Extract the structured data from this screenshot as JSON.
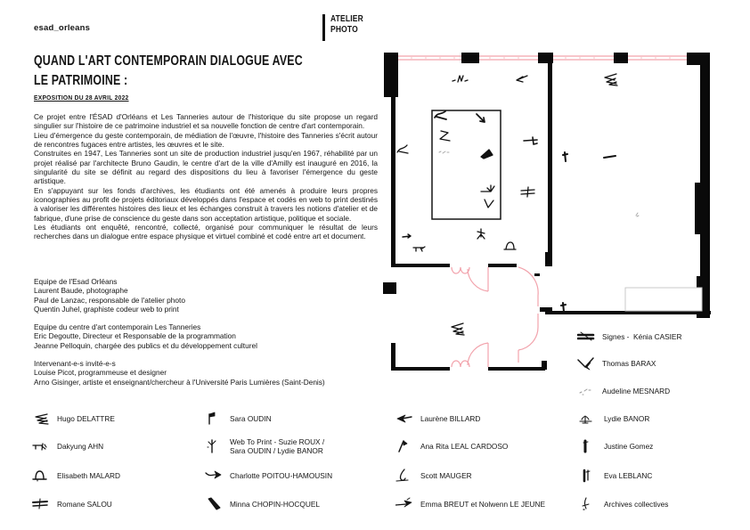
{
  "header": {
    "logo": "esad_orleans",
    "atelier_badge": {
      "line1": "ATELIER",
      "line2": "PHOTO"
    }
  },
  "title": {
    "line1": "QUAND L'ART CONTEMPORAIN DIALOGUE AVEC",
    "line2": "LE PATRIMOINE :",
    "date_banner": "EXPOSITION DU 28 AVRIL 2022"
  },
  "intro": {
    "paragraphs": [
      "Ce projet entre l'ÉSAD d'Orléans et Les Tanneries autour de l'historique du site propose un regard singulier sur l'histoire de ce patrimoine industriel et sa nouvelle fonction de centre d'art contemporain.",
      "Lieu d'émergence du geste contemporain, de médiation de l'œuvre, l'histoire des Tanneries s'écrit autour de rencontres fugaces entre artistes, les œuvres et le site.",
      "Construites en 1947, Les Tanneries sont un site de production industriel jusqu'en 1967, réhabilité par un projet réalisé par l'architecte Bruno Gaudin, le centre d'art de la ville d'Amilly est inauguré en 2016, la singularité du site se définit au regard des dispositions du lieu à favoriser l'émergence du geste artistique.",
      "En s'appuyant sur les fonds d'archives, les étudiants ont été amenés à produire leurs propres iconographies au profit de projets éditoriaux développés dans l'espace et codés en web to print destinés à valoriser les différentes histoires des lieux et les échanges construit à travers les notions d'atelier et de fabrique, d'une prise de conscience du geste dans son acceptation artistique, politique et sociale.",
      "Les étudiants ont enquêté, rencontré, collecté, organisé pour communiquer le résultat de leurs recherches dans un dialogue entre espace physique et virtuel combiné et codé entre art et document."
    ]
  },
  "teams": [
    {
      "title": "Equipe de l'Esad Orléans",
      "members": [
        "Laurent Baude, photographe",
        "Paul de Lanzac, responsable de l'atelier photo",
        "Quentin Juhel, graphiste codeur web to print"
      ]
    },
    {
      "title": "Equipe du centre d'art contemporain Les Tanneries",
      "members": [
        "Eric Degoutte, Directeur et Responsable de la programmation",
        "Jeanne Pelloquin, chargée des publics et du développement culturel"
      ]
    },
    {
      "title": "Intervenant-e-s invité-e-s",
      "members": [
        "Louise Picot, programmeuse et designer",
        "Arno Gisinger, artiste et enseignant/chercheur à l'Université Paris Lumières (Saint-Denis)"
      ]
    }
  ],
  "floor_plan": {
    "legend": [
      {
        "label": "Signes -  Kénia CASIER",
        "glyph": "stacked-bars"
      },
      {
        "label": "Thomas BARAX",
        "glyph": "check-bird"
      },
      {
        "label": "Audeline MESNARD",
        "glyph": "dot-scribble"
      }
    ]
  },
  "participants": {
    "columns": [
      {
        "items": [
          {
            "label": "Hugo DELATTRE",
            "glyph": "triple-chevron"
          },
          {
            "label": "Dakyung AHN",
            "glyph": "table-figure"
          },
          {
            "label": "Elisabeth MALARD",
            "glyph": "arch"
          },
          {
            "label": "Romane SALOU",
            "glyph": "double-bar"
          }
        ]
      },
      {
        "items": [
          {
            "label": "Sara OUDIN",
            "glyph": "flag"
          },
          {
            "label": "Web To Print - Suzie ROUX /\nSara OUDIN / Lydie BANOR",
            "glyph": "tall-y"
          },
          {
            "label": "Charlotte POITOU-HAMOUSIN",
            "glyph": "bird-right"
          },
          {
            "label": "Minna CHOPIN-HOCQUEL",
            "glyph": "brush-diagonal"
          }
        ]
      },
      {
        "items": [
          {
            "label": "Laurène BILLARD",
            "glyph": "arrow-left"
          },
          {
            "label": "Ana Rita LEAL CARDOSO",
            "glyph": "slash-flag"
          },
          {
            "label": "Scott MAUGER",
            "glyph": "cursive-l"
          },
          {
            "label": "Emma BREUT et Nolwenn LE JEUNE",
            "glyph": "line-bird"
          }
        ]
      },
      {
        "items": [
          {
            "label": "Lydie BANOR",
            "glyph": "tent-cross"
          },
          {
            "label": "Justine Gomez",
            "glyph": "bold-tick"
          },
          {
            "label": "Eva LEBLANC",
            "glyph": "double-tick"
          },
          {
            "label": "Archives collectives",
            "glyph": "f-squiggle"
          }
        ]
      }
    ]
  },
  "colors": {
    "ink": "#151515",
    "accent_pink": "#f2a3ac",
    "gray_mark": "#9a9a9a"
  }
}
